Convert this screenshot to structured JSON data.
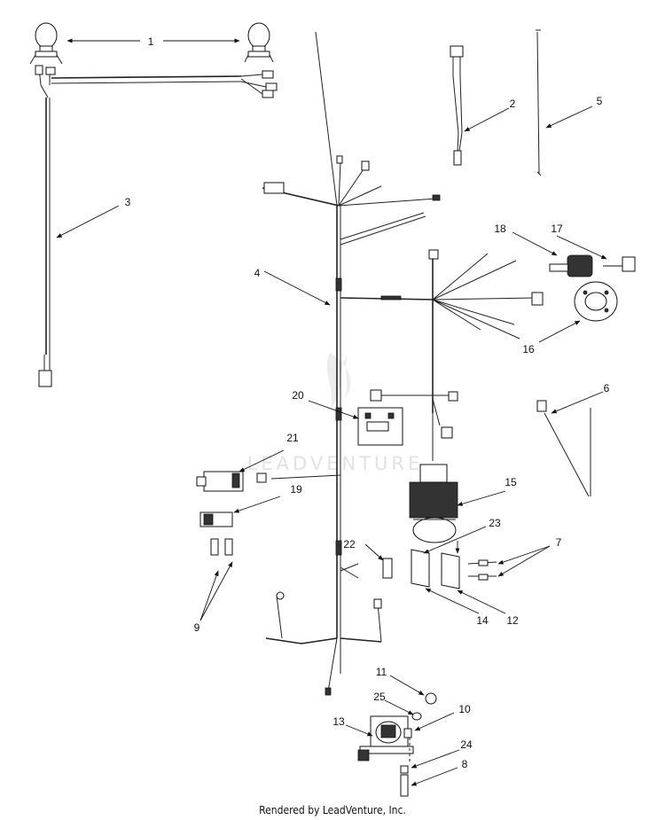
{
  "diagram": {
    "footer": "Rendered by LeadVenture, Inc.",
    "watermark": "LEADVENTURE",
    "callouts": [
      "1",
      "2",
      "3",
      "4",
      "5",
      "6",
      "7",
      "8",
      "9",
      "10",
      "11",
      "12",
      "13",
      "14",
      "15",
      "16",
      "17",
      "18",
      "19",
      "20",
      "21",
      "22",
      "23",
      "24",
      "25"
    ]
  }
}
